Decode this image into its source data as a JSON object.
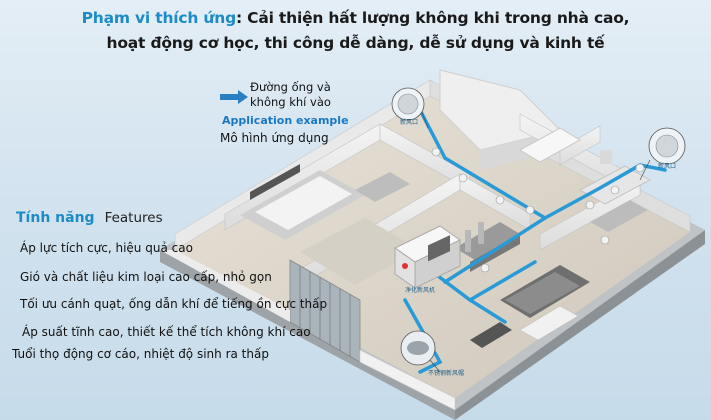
{
  "header": {
    "line1_accent": "Phạm vi thích ứng",
    "line1_rest": ": Cải thiện hất lượng không khi trong nhà cao,",
    "line2": "hoạt động cơ học, thi công dễ dàng, dễ sử dụng và kinh tế"
  },
  "legend": {
    "duct_line1": "Đường ống và",
    "duct_line2": "không khí vào",
    "application_en": "Application example",
    "application_vi": "Mô hình ứng dụng"
  },
  "features": {
    "title_vi": "Tính năng",
    "title_en": "Features",
    "items": [
      "Áp lực tích cực, hiệu quả cao",
      "Gió và chất liệu kim loại cao cấp, nhỏ gọn",
      "Tối ưu cánh quạt, ống dẫn khí để tiếng ồn cực thấp",
      "Áp suất tĩnh cao, thiết kế thể tích không khí cao",
      "Tuổi thọ động cơ cáo, nhiệt độ sinh ra thấp"
    ]
  },
  "diagram_labels": {
    "outlet_top": "新风口",
    "outlet_right": "新风口",
    "unit": "净化新风机",
    "bottom": "不锈钢新风帽"
  },
  "colors": {
    "accent": "#1c8bc8",
    "duct": "#2a9ad6"
  }
}
